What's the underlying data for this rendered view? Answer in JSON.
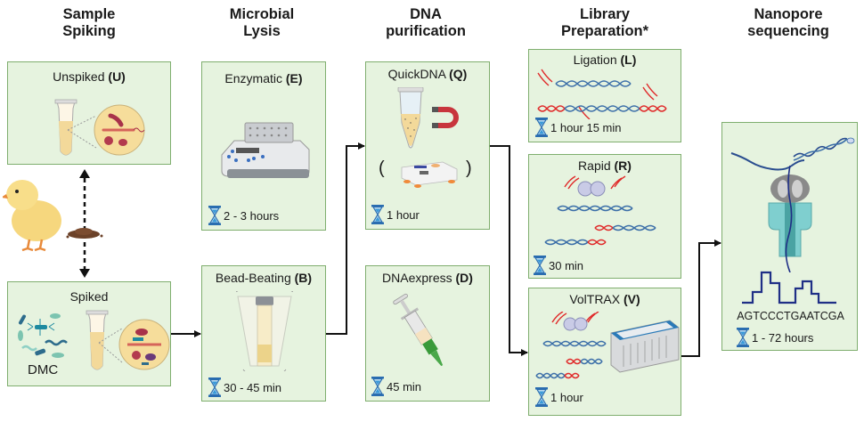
{
  "columns": [
    {
      "line1": "Sample",
      "line2": "Spiking"
    },
    {
      "line1": "Microbial",
      "line2": "Lysis"
    },
    {
      "line1": "DNA",
      "line2": "purification"
    },
    {
      "line1": "Library",
      "line2": "Preparation*"
    },
    {
      "line1": "Nanopore",
      "line2": "sequencing"
    }
  ],
  "boxes": {
    "unspiked": {
      "name": "Unspiked ",
      "code": "(U)"
    },
    "spiked": {
      "name": "Spiked",
      "code": "",
      "extra_label": "DMC"
    },
    "enzymatic": {
      "name": "Enzymatic ",
      "code": "(E)",
      "time": "2 - 3 hours"
    },
    "bead_beating": {
      "name": "Bead-Beating ",
      "code": "(B)",
      "time": "30 - 45 min"
    },
    "quickdna": {
      "name": "QuickDNA ",
      "code": "(Q)",
      "time": "1 hour",
      "paren_open": "(",
      "paren_close": ")"
    },
    "dnaexpress": {
      "name": "DNAexpress ",
      "code": "(D)",
      "time": "45 min"
    },
    "ligation": {
      "name": "Ligation ",
      "code": "(L)",
      "time": "1 hour 15 min"
    },
    "rapid": {
      "name": "Rapid ",
      "code": "(R)",
      "time": "30 min"
    },
    "voltrax": {
      "name": "VolTRAX ",
      "code": "(V)",
      "time": "1 hour"
    },
    "nanopore": {
      "sequence": "AGTCCCTGAATCGA",
      "time": "1 - 72 hours"
    }
  },
  "colors": {
    "box_fill": "#e6f3df",
    "box_border": "#7fae6e",
    "dna_blue": "#3b6ea8",
    "dna_red": "#e02a2a",
    "hourglass": "#2a6db0",
    "signal": "#1f2f86"
  }
}
